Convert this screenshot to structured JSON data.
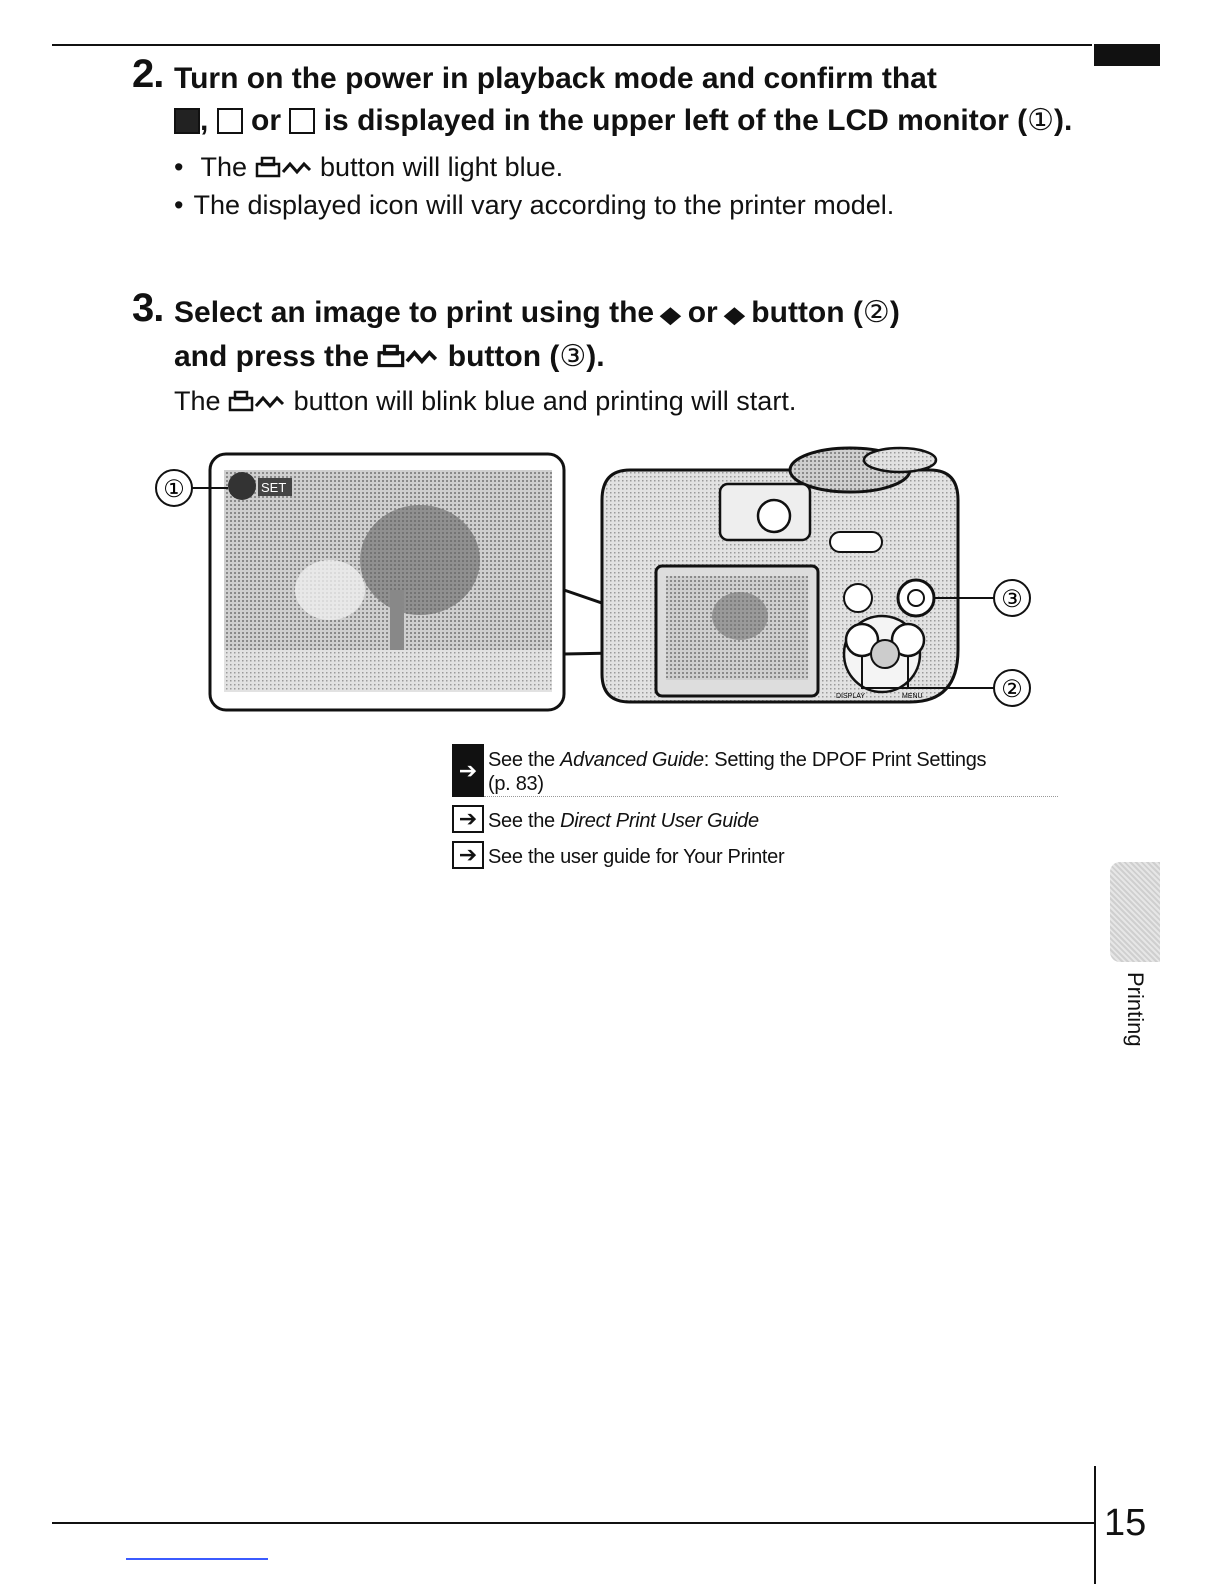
{
  "step2": {
    "number": "2.",
    "title_part1": "Turn on the power in playback mode and confirm that",
    "sep_comma": ",",
    "sep_or": "or",
    "title_part2": "is displayed in the upper left of the LCD monitor (",
    "circled_1": "①",
    "title_end": ").",
    "bullet1_pre": "The",
    "bullet1_post": "button will light blue.",
    "bullet2": "The displayed icon will vary according to the printer model."
  },
  "step3": {
    "number": "3.",
    "title_part1": "Select an image to print using the",
    "left_arrow": "◆",
    "or": "or",
    "right_arrow": "◆",
    "title_part2": "button (",
    "circled_2": "②",
    "title_part3": ")",
    "title_line2_pre": "and press the",
    "title_line2_post": "button (",
    "circled_3": "③",
    "title_line2_end": ").",
    "body_pre": "The",
    "body_post": "button will blink blue and printing will start."
  },
  "figure": {
    "callout_1": "①",
    "callout_2": "②",
    "callout_3": "③",
    "lcd_badge": "SET",
    "cam_label_display": "DISPLAY",
    "cam_label_menu": "MENU"
  },
  "refs": [
    {
      "pre": "See the ",
      "italic": "Advanced Guide",
      "post": ": Setting the DPOF Print Settings",
      "line2": "(p. 83)"
    },
    {
      "pre": "See the ",
      "italic": "Direct Print User Guide",
      "post": ""
    },
    {
      "pre": "See the user guide for Your Printer",
      "italic": "",
      "post": ""
    }
  ],
  "ref_arrow": "➔",
  "side_tab_label": "Printing",
  "page_number": "15",
  "colors": {
    "text": "#111111",
    "link": "#3b5bff",
    "tab_gray": "#d6d6d6"
  }
}
